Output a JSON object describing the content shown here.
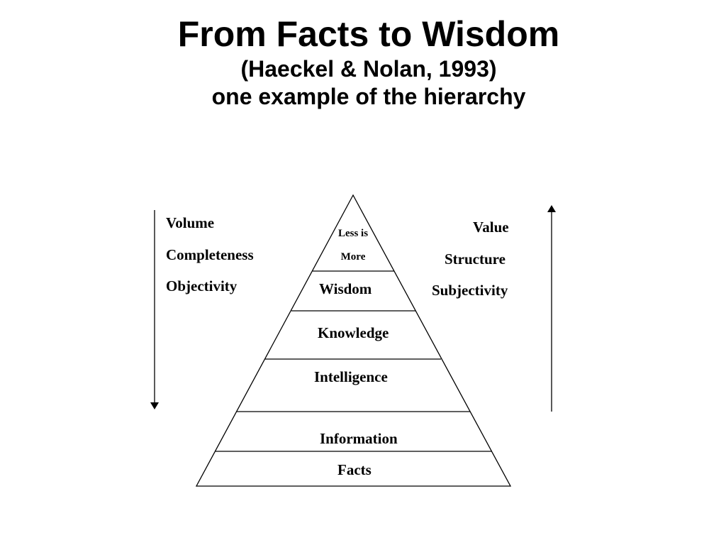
{
  "slide": {
    "title": "From Facts to Wisdom",
    "subtitle": "(Haeckel & Nolan, 1993)",
    "subtitle2": "one example of the hierarchy"
  },
  "pyramid": {
    "top_line1": "Less is",
    "top_line2": "More",
    "levels": [
      "Wisdom",
      "Knowledge",
      "Intelligence",
      "Information",
      "Facts"
    ]
  },
  "left_attributes": [
    "Volume",
    "Completeness",
    "Objectivity"
  ],
  "right_attributes": [
    "Value",
    "Structure",
    "Subjectivity"
  ],
  "arrows": {
    "left": "down-arrow",
    "right": "up-arrow"
  },
  "colors": {
    "ink": "#000000",
    "background": "#ffffff"
  }
}
